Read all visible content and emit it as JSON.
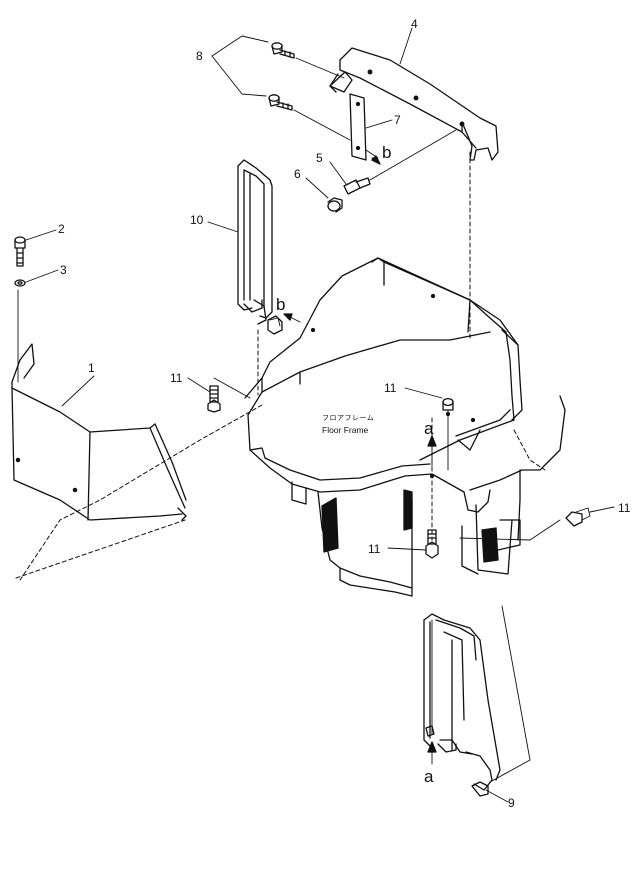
{
  "diagram": {
    "labels": {
      "floor_frame_jp": "フロアフレーム",
      "floor_frame_en": "Floor Frame"
    },
    "callouts": [
      {
        "id": "1",
        "text": "1"
      },
      {
        "id": "2",
        "text": "2"
      },
      {
        "id": "3",
        "text": "3"
      },
      {
        "id": "4",
        "text": "4"
      },
      {
        "id": "5",
        "text": "5"
      },
      {
        "id": "6",
        "text": "6"
      },
      {
        "id": "7",
        "text": "7"
      },
      {
        "id": "8",
        "text": "8"
      },
      {
        "id": "9",
        "text": "9"
      },
      {
        "id": "10",
        "text": "10"
      },
      {
        "id": "11a",
        "text": "11"
      },
      {
        "id": "11b",
        "text": "11"
      },
      {
        "id": "11c",
        "text": "11"
      },
      {
        "id": "11d",
        "text": "11"
      }
    ],
    "view_markers": {
      "b_top": "b",
      "b_mid": "b",
      "a_upper": "a",
      "a_lower": "a"
    }
  }
}
